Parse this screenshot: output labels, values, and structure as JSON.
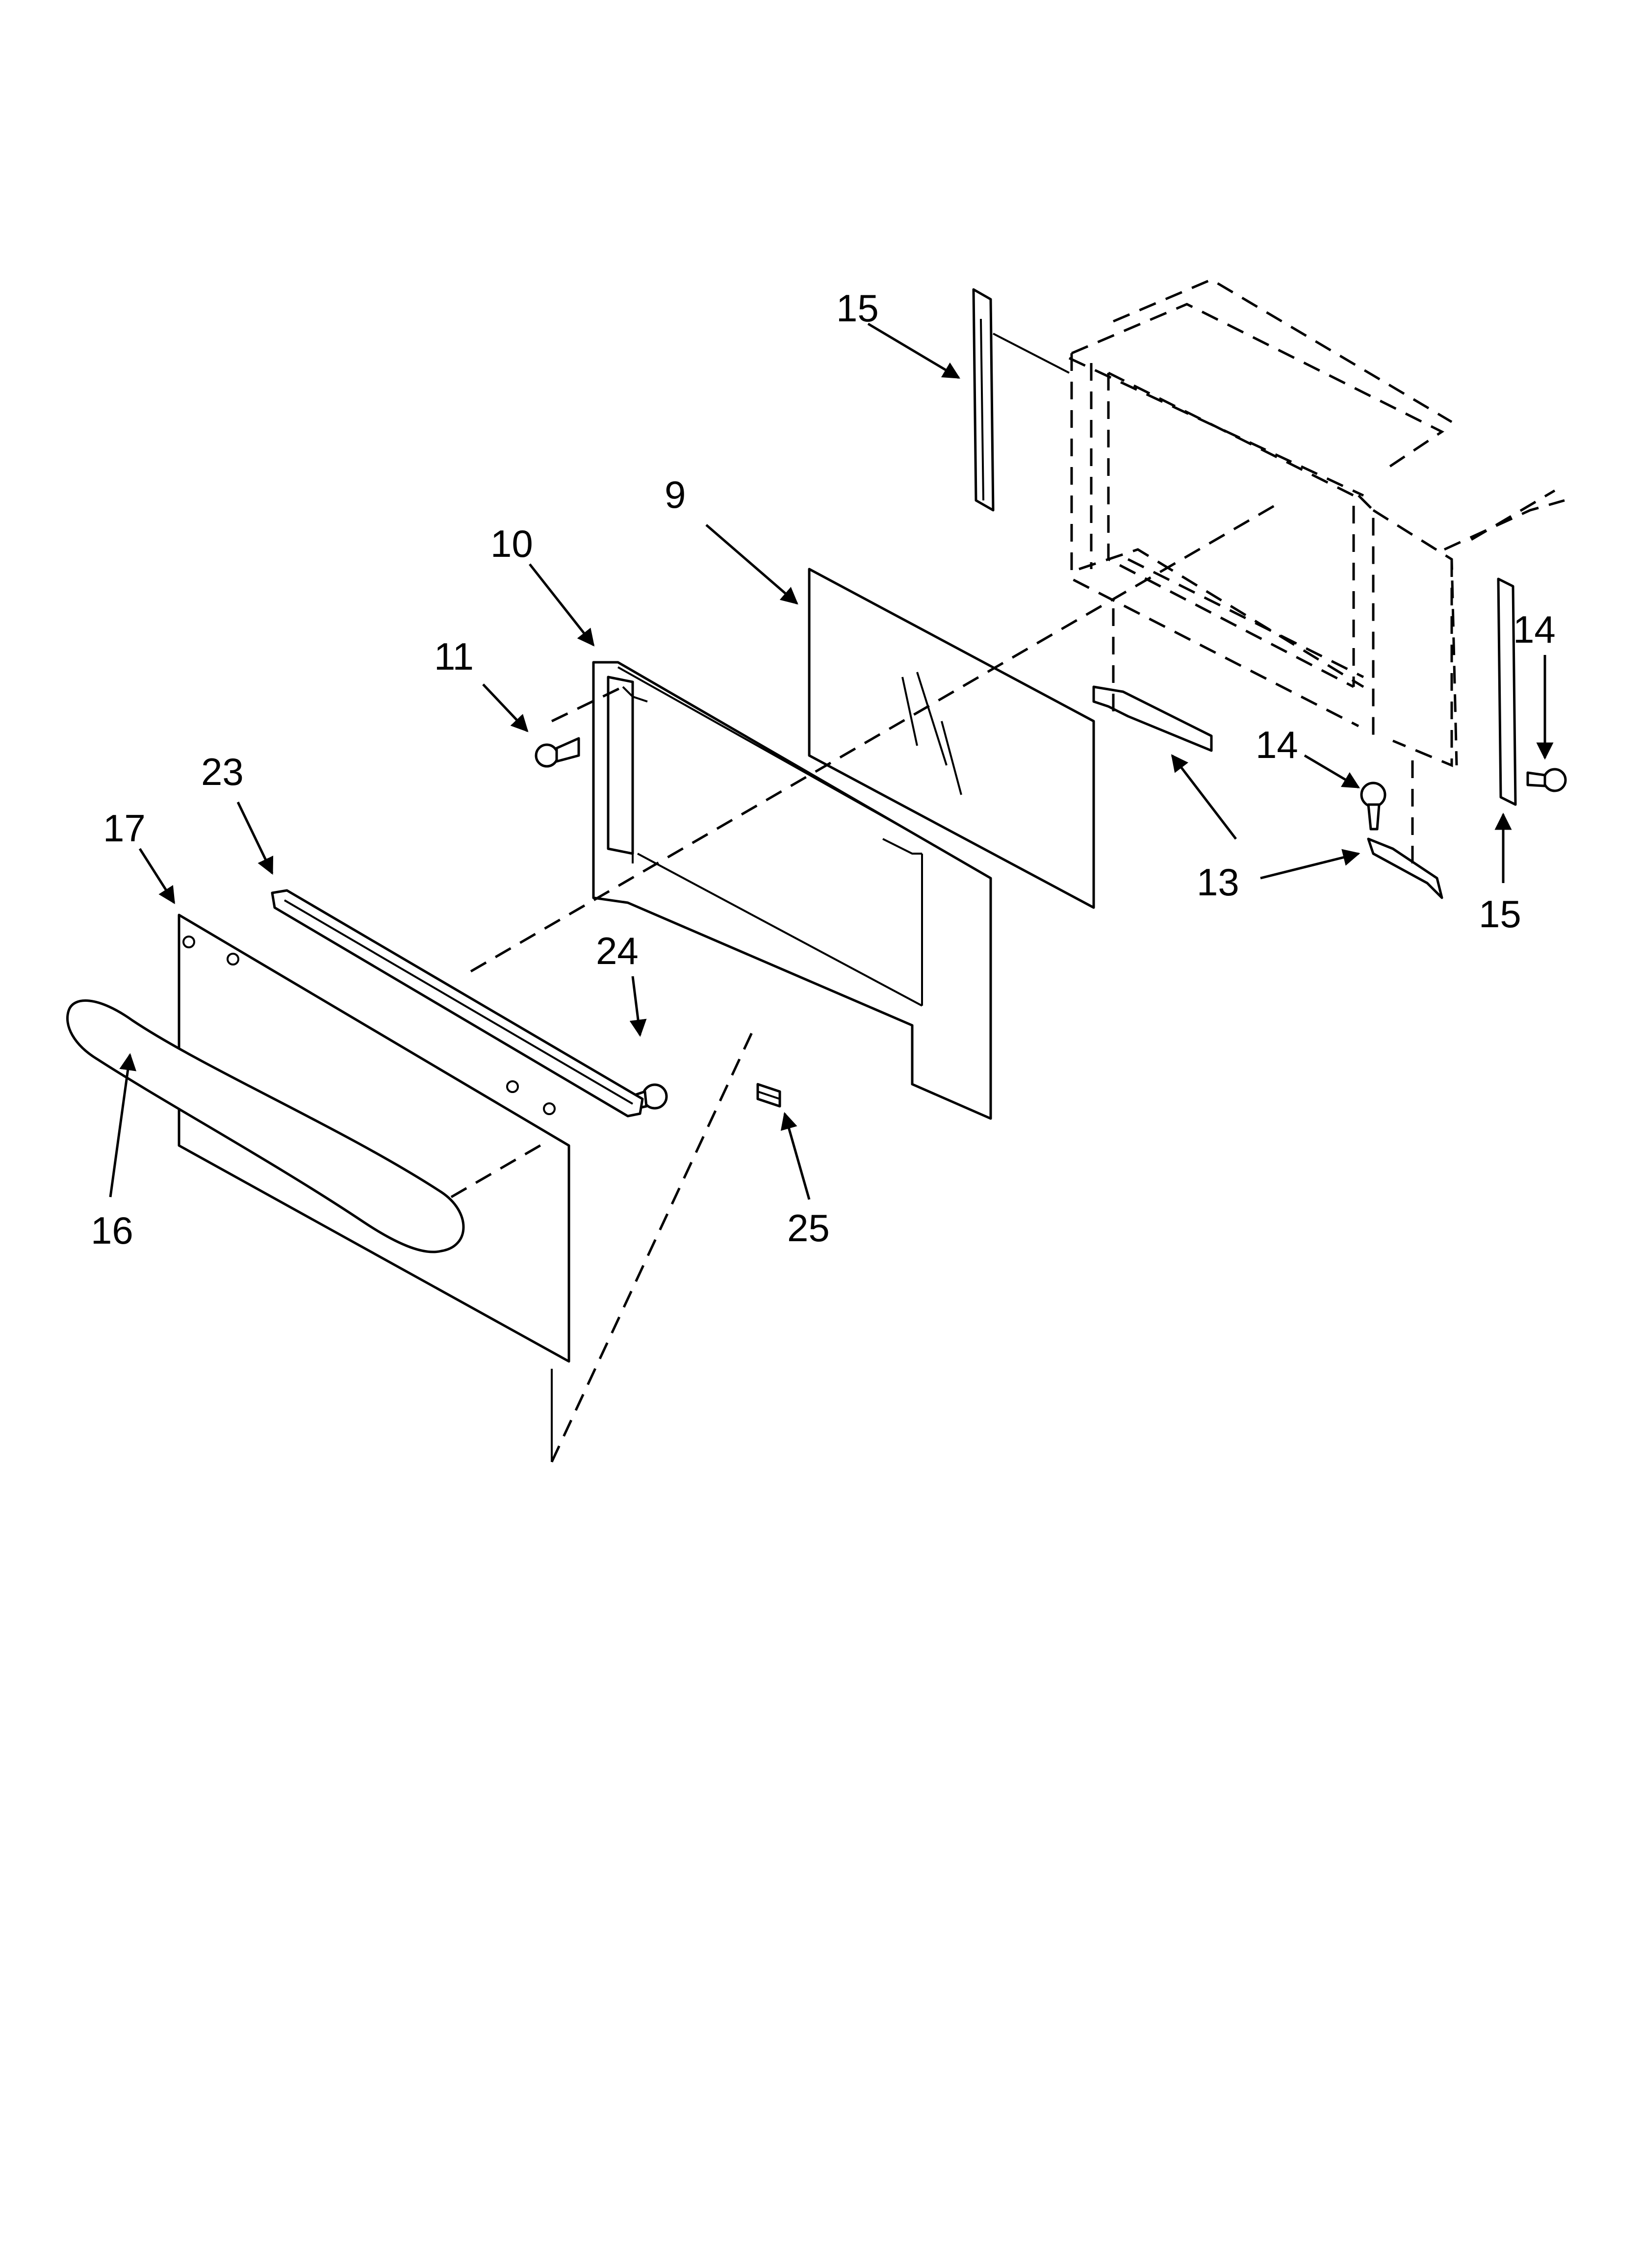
{
  "callouts": {
    "c9": "9",
    "c10": "10",
    "c11": "11",
    "c13": "13",
    "c14_top": "14",
    "c14_mid": "14",
    "c15_top": "15",
    "c15_bottom": "15",
    "c16": "16",
    "c17": "17",
    "c23": "23",
    "c24": "24",
    "c25": "25"
  }
}
